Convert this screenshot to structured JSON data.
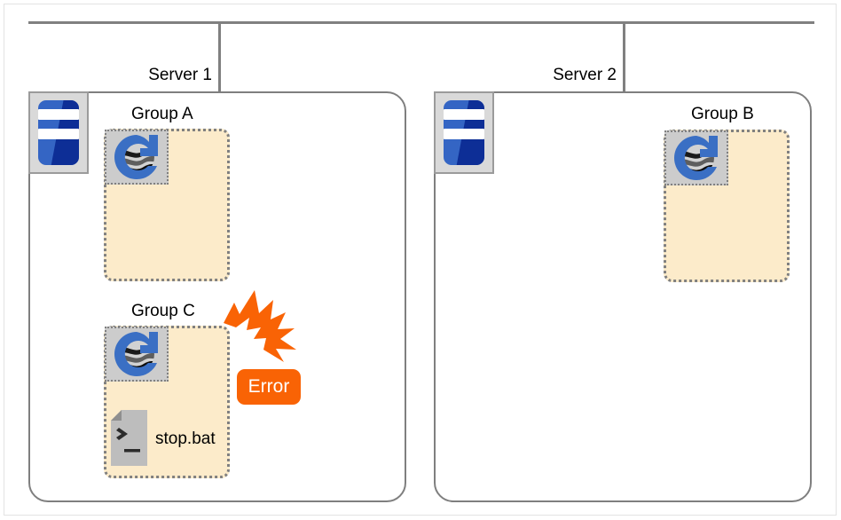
{
  "diagram": {
    "type": "cluster-failover-diagram",
    "accent_colors": {
      "group_fill": "#FCEBCA",
      "group_border": "#808080",
      "server_icon_blue": "#3465C4",
      "server_icon_dark_blue": "#0D2E96",
      "error_orange": "#F96305",
      "logo_blue": "#3A6FC4",
      "line_gray": "#808080"
    },
    "bus_line": {
      "name": "interconnect-line"
    },
    "servers": [
      {
        "id": "server1",
        "label": "Server 1",
        "icon": "server-icon",
        "groups": [
          {
            "id": "group-a",
            "label": "Group A",
            "icon": "cluster-group-icon",
            "resources": []
          },
          {
            "id": "group-c",
            "label": "Group  C",
            "icon": "cluster-group-icon",
            "resources": [
              {
                "id": "stop-bat",
                "label": "stop.bat",
                "icon": "script-file-icon"
              }
            ]
          }
        ]
      },
      {
        "id": "server2",
        "label": "Server 2",
        "icon": "server-icon",
        "groups": [
          {
            "id": "group-b",
            "label": "Group  B",
            "icon": "cluster-group-icon",
            "resources": []
          }
        ]
      }
    ],
    "error": {
      "badge_label": "Error",
      "burst_icon": "lightning-burst-icon",
      "attached_to": "group-c"
    }
  }
}
